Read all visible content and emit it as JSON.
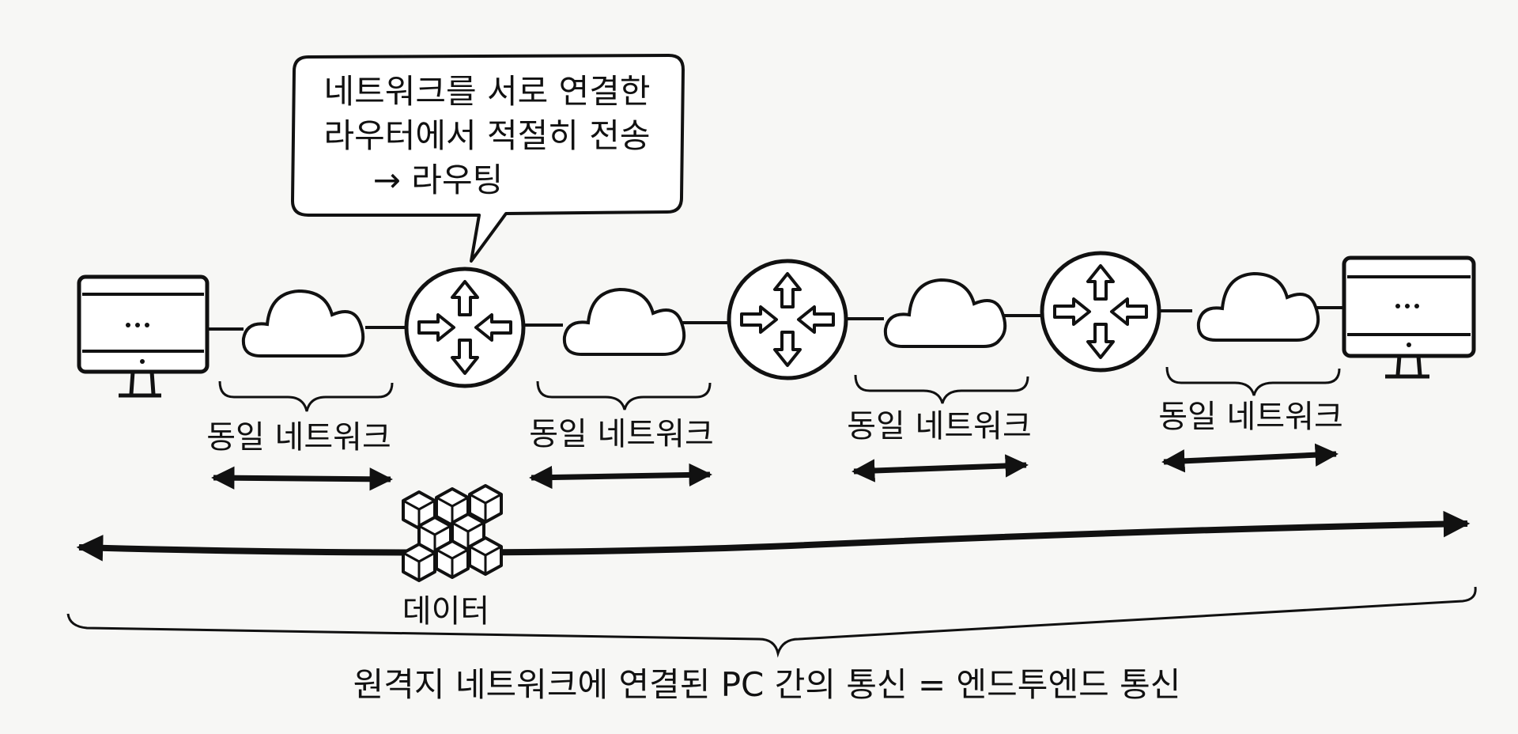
{
  "callout": {
    "lines": [
      "네트워크를 서로 연결한",
      "라우터에서 적절히 전송",
      "→ 라우팅"
    ]
  },
  "network_labels": [
    "동일 네트워크",
    "동일 네트워크",
    "동일 네트워크",
    "동일 네트워크"
  ],
  "data_label": "데이터",
  "bottom_caption": "원격지 네트워크에 연결된 PC 간의 통신 = 엔드투엔드 통신",
  "icons": {
    "pc": "monitor-icon",
    "cloud": "cloud-icon",
    "router": "router-icon",
    "data": "data-blocks-icon"
  },
  "colors": {
    "ink": "#111111",
    "paper": "#f7f7f5"
  }
}
